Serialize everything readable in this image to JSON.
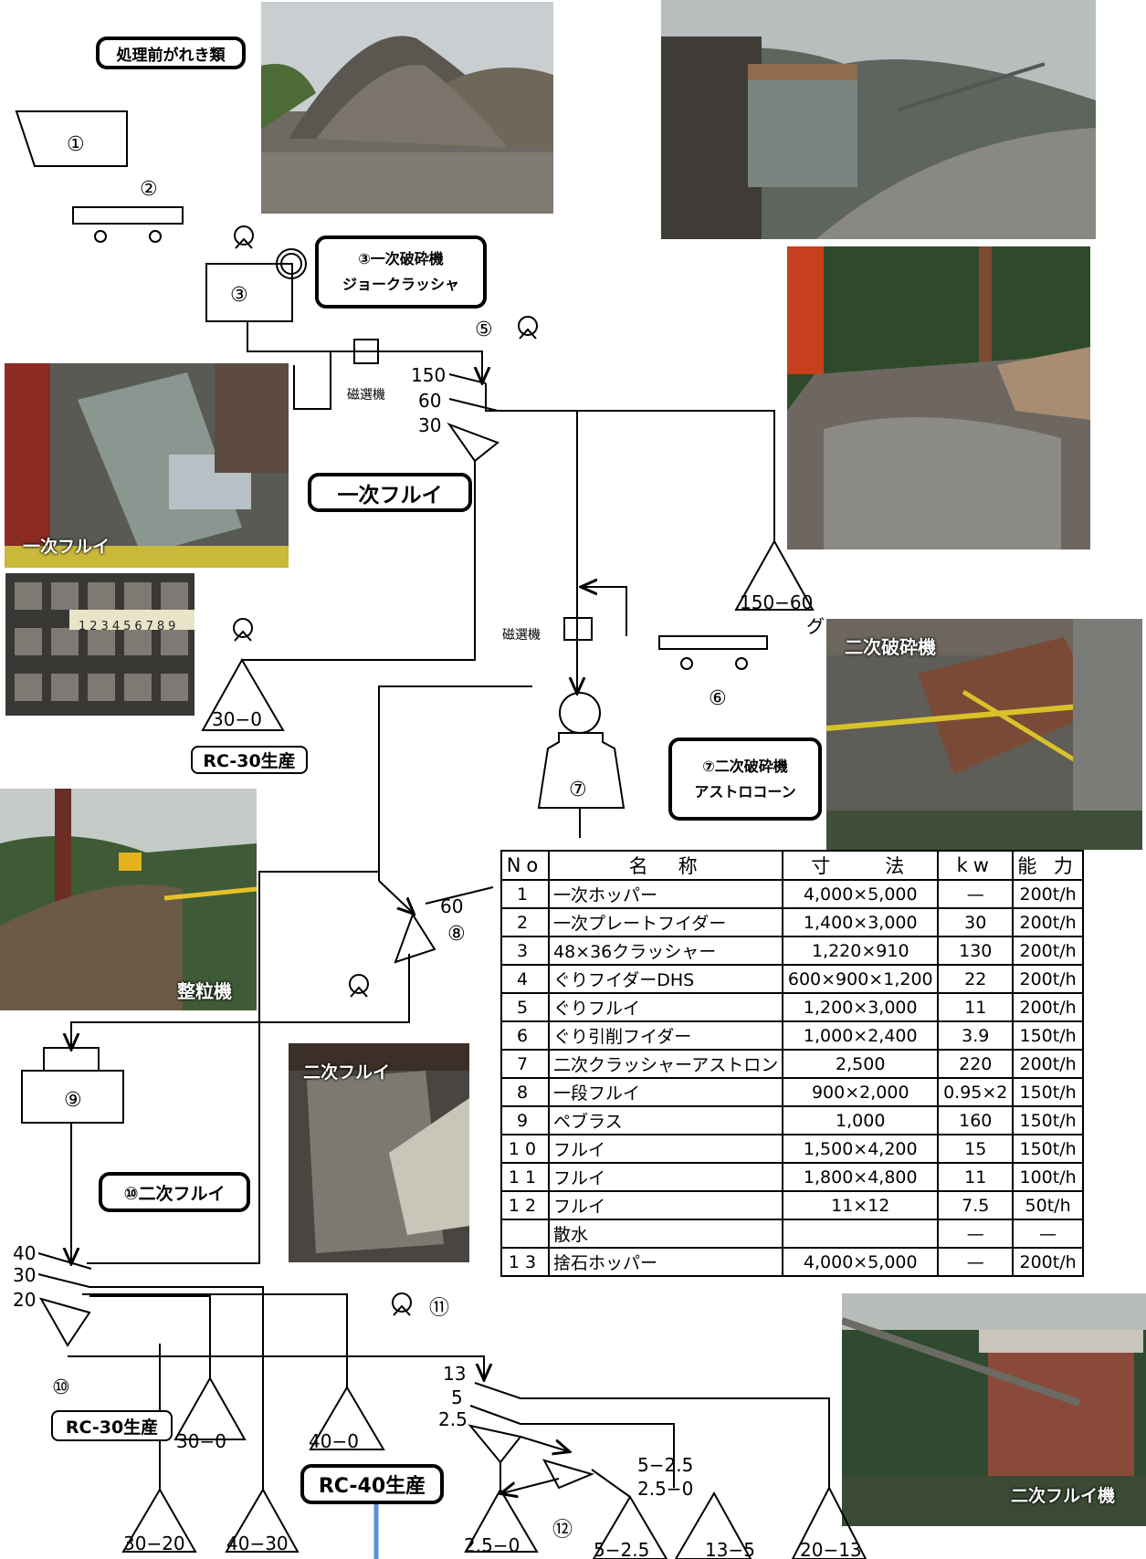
{
  "callouts": {
    "raw_debris": "処理前がれき類",
    "primary_crusher_line1": "③一次破砕機",
    "primary_crusher_line2": "ジョークラッシャ",
    "primary_screen": "一次フルイ",
    "secondary_crusher_line1": "⑦二次破砕機",
    "secondary_crusher_line2": "アストロコーン",
    "rc30_a": "RC-30生産",
    "rc30_b": "RC-30生産",
    "rc40": "RC-40生産",
    "secondary_screen": "⑩二次フルイ"
  },
  "photo_labels": {
    "primary_screen": "一次フルイ",
    "secondary_crusher": "二次破砕機",
    "shaping_machine": "整粒機",
    "secondary_screen": "二次フルイ",
    "secondary_screen_machine": "二次フルイ機"
  },
  "tape_digits": "123456789",
  "diagram": {
    "n1": "①",
    "n2": "②",
    "n3": "③",
    "n5": "⑤",
    "n6": "⑥",
    "n7": "⑦",
    "n8": "⑧",
    "n9": "⑨",
    "n10": "⑩",
    "n11": "⑪",
    "n12": "⑫",
    "magnet1": "磁選機",
    "magnet2": "磁選機",
    "s150": "150",
    "s60": "60",
    "s30": "30",
    "s60b": "60",
    "pile_150_60": "150−60",
    "pile_30_0": "30−0",
    "p40": "40",
    "p30": "30",
    "p20": "20",
    "p13": "13",
    "p5": "5",
    "p2_5": "2.5",
    "pile_30_0b": "30−0",
    "pile_40_0": "40−0",
    "pile_30_20": "30−20",
    "pile_40_30": "40−30",
    "pile_2_5_0": "2.5−0",
    "pile_5_2_5": "5−2.5",
    "pile_13_5": "13−5",
    "pile_20_13": "20−13",
    "out_5_2_5": "5−2.5",
    "out_2_5_0": "2.5−0",
    "mark_g": "グ"
  },
  "table": {
    "headers": [
      "No",
      "名　称",
      "寸　　法",
      "kw",
      "能 力"
    ],
    "rows": [
      [
        "1",
        "一次ホッパー",
        "4,000×5,000",
        "—",
        "200t/h"
      ],
      [
        "2",
        "一次プレートフイダー",
        "1,400×3,000",
        "30",
        "200t/h"
      ],
      [
        "3",
        "48×36クラッシャー",
        "1,220×910",
        "130",
        "200t/h"
      ],
      [
        "4",
        "ぐりフイダーDHS",
        "600×900×1,200",
        "22",
        "200t/h"
      ],
      [
        "5",
        "ぐりフルイ",
        "1,200×3,000",
        "11",
        "200t/h"
      ],
      [
        "6",
        "ぐり引削フイダー",
        "1,000×2,400",
        "3.9",
        "150t/h"
      ],
      [
        "7",
        "二次クラッシャーアストロン",
        "2,500",
        "220",
        "200t/h"
      ],
      [
        "8",
        "一段フルイ",
        "900×2,000",
        "0.95×2",
        "150t/h"
      ],
      [
        "9",
        "ペブラス",
        "1,000",
        "160",
        "150t/h"
      ],
      [
        "10",
        "フルイ",
        "1,500×4,200",
        "15",
        "150t/h"
      ],
      [
        "11",
        "フルイ",
        "1,800×4,800",
        "11",
        "100t/h"
      ],
      [
        "12",
        "フルイ",
        "11×12",
        "7.5",
        "50t/h"
      ],
      [
        "",
        "散水",
        "",
        "—",
        "—"
      ],
      [
        "13",
        "捨石ホッパー",
        "4,000×5,000",
        "—",
        "200t/h"
      ]
    ]
  }
}
